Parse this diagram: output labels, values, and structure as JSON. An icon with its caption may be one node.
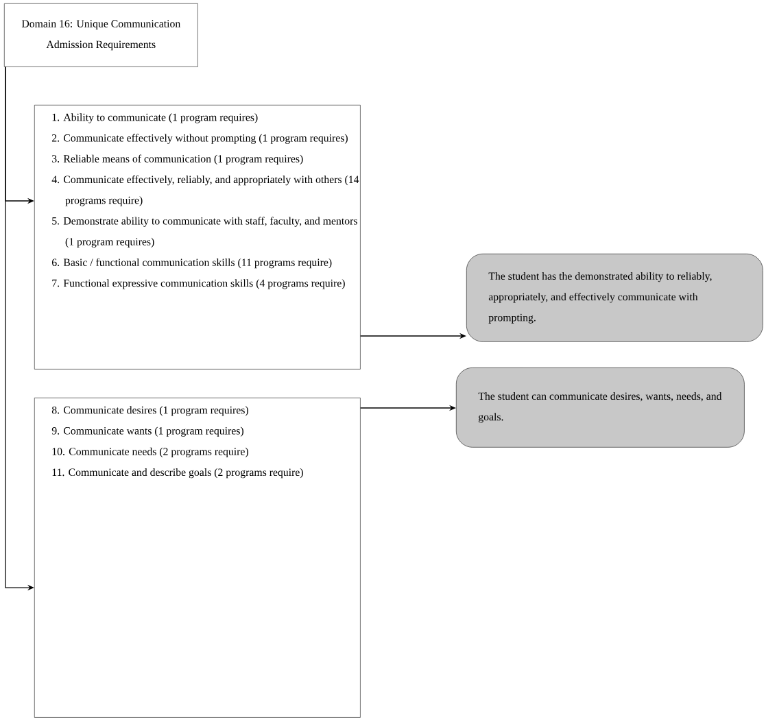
{
  "diagram": {
    "nodes": [
      {
        "text": [
          "Domain 16: Unique Communication Admission Requirements"
        ]
      },
      {
        "text": [
          "1. Ability to communicate (1 program requires)",
          "2. Communicate effectively without prompting (1 program requires)",
          "3. Reliable means of communication (1 program requires)",
          "4. Communicate effectively, reliably, and appropriately with others (14 programs require)",
          "5. Demonstrate ability to communicate with staff, faculty, and mentors (1 program requires)",
          "6. Basic / functional communication skills (11 programs require)",
          "7. Functional expressive communication skills (4 programs require)"
        ]
      },
      {
        "text": [
          "The student has the demonstrated ability to reliably, appropriately, and effectively communicate with prompting."
        ]
      },
      {
        "text": [
          "8. Communicate desires (1 program requires)",
          "9. Communicate wants (1 program requires)",
          "10. Communicate needs (2 programs require)",
          "11. Communicate and describe goals (2 programs require)"
        ]
      },
      {
        "text": [
          "The student can communicate desires, wants, needs, and goals."
        ]
      }
    ],
    "edges": [
      {
        "from": 0,
        "to": 1,
        "arrow": "to"
      },
      {
        "from": 0,
        "to": 3,
        "arrow": "to"
      },
      {
        "from": 1,
        "to": 2,
        "arrow": "to"
      },
      {
        "from": 3,
        "to": 4,
        "arrow": "to"
      }
    ]
  }
}
